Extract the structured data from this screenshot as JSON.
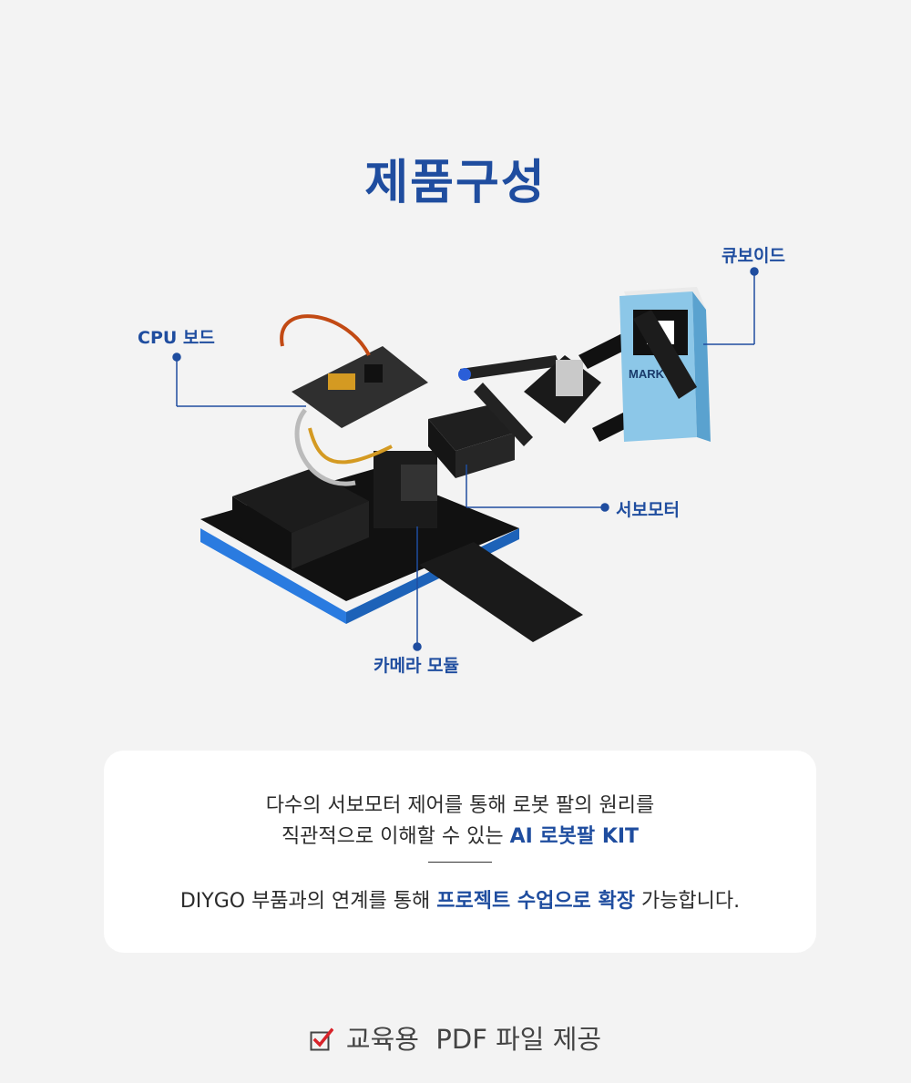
{
  "title": "제품구성",
  "callouts": {
    "cpu": "CPU 보드",
    "cuboid": "큐보이드",
    "servo": "서보모터",
    "camera": "카메라 모듈"
  },
  "product_labels": {
    "cube_text": "MARK"
  },
  "info": {
    "line1": "다수의 서보모터 제어를 통해 로봇 팔의 원리를",
    "line2_prefix": "직관적으로 이해할 수 있는",
    "line2_highlight": "AI 로봇팔 KIT",
    "line3_prefix": "DIYGO 부품과의 연계를 통해",
    "line3_highlight": "프로젝트 수업으로 확장",
    "line3_suffix": "가능합니다."
  },
  "footer": {
    "label": "교육용  PDF 파일 제공"
  },
  "colors": {
    "accent": "#1f4d9f",
    "check": "#d8232a",
    "background": "#f3f3f3"
  }
}
